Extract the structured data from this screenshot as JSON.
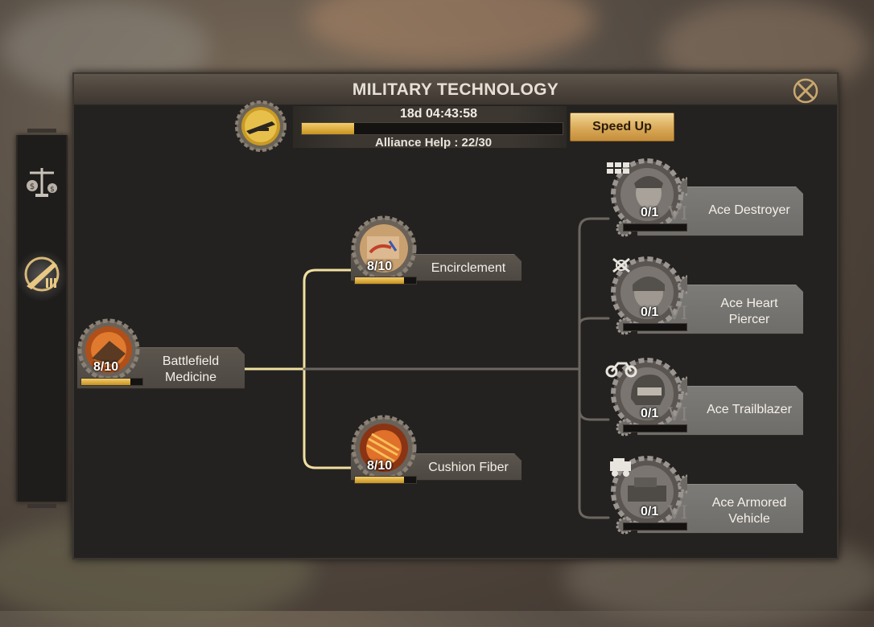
{
  "window": {
    "title": "MILITARY TECHNOLOGY"
  },
  "research": {
    "timer": "18d 04:43:58",
    "progress": 0.2,
    "alliance_help": "Alliance Help : 22/30",
    "speed_up_label": "Speed Up"
  },
  "sidebar": {
    "items": [
      {
        "icon": "scales-icon",
        "active": false
      },
      {
        "icon": "rifle-icon",
        "active": true
      }
    ]
  },
  "nodes": {
    "battlefield_medicine": {
      "name_line1": "Battlefield",
      "name_line2": "Medicine",
      "count": "8/10",
      "progress": 0.8
    },
    "encirclement": {
      "name": "Encirclement",
      "count": "8/10",
      "progress": 0.8
    },
    "cushion_fiber": {
      "name": "Cushion Fiber",
      "count": "8/10",
      "progress": 0.8
    },
    "ace_destroyer": {
      "name": "Ace Destroyer",
      "count": "0/1",
      "tier": "VI",
      "badge": "grid-icon"
    },
    "ace_heart_piercer": {
      "name_line1": "Ace Heart",
      "name_line2": "Piercer",
      "count": "0/1",
      "tier": "VI",
      "badge": "crossed-arrows-icon"
    },
    "ace_trailblazer": {
      "name": "Ace Trailblazer",
      "count": "0/1",
      "tier": "VI",
      "badge": "motorcycle-icon"
    },
    "ace_armored_vehicle": {
      "name_line1": "Ace Armored",
      "name_line2": "Vehicle",
      "count": "0/1",
      "tier": "VI",
      "badge": "truck-icon"
    }
  },
  "colors": {
    "accent_gold": "#d9a957",
    "line_active": "#f0dfa0",
    "line_inactive": "#6b6660",
    "panel_bg": "#242220"
  }
}
